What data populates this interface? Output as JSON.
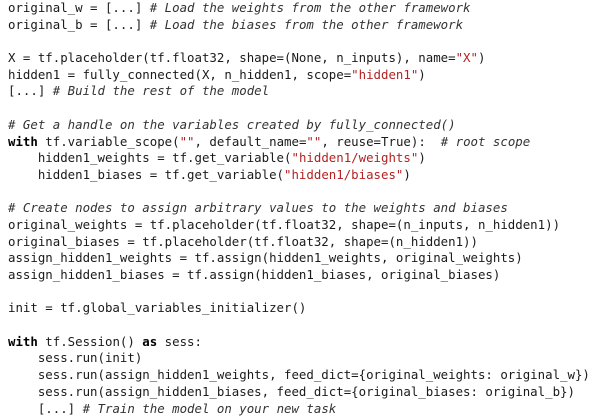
{
  "code_lines": [
    [
      {
        "t": "original_w = [...] ",
        "k": "plain"
      },
      {
        "t": "# Load the weights from the other framework",
        "k": "cm"
      }
    ],
    [
      {
        "t": "original_b = [...] ",
        "k": "plain"
      },
      {
        "t": "# Load the biases from the other framework",
        "k": "cm"
      }
    ],
    [],
    [
      {
        "t": "X = tf.placeholder(tf.float32, shape=(None, n_inputs), name=",
        "k": "plain"
      },
      {
        "t": "\"X\"",
        "k": "str"
      },
      {
        "t": ")",
        "k": "plain"
      }
    ],
    [
      {
        "t": "hidden1 = fully_connected(X, n_hidden1, scope=",
        "k": "plain"
      },
      {
        "t": "\"hidden1\"",
        "k": "str"
      },
      {
        "t": ")",
        "k": "plain"
      }
    ],
    [
      {
        "t": "[...] ",
        "k": "plain"
      },
      {
        "t": "# Build the rest of the model",
        "k": "cm"
      }
    ],
    [],
    [
      {
        "t": "# Get a handle on the variables created by fully_connected()",
        "k": "cm"
      }
    ],
    [
      {
        "t": "with",
        "k": "kw"
      },
      {
        "t": " tf.variable_scope(",
        "k": "plain"
      },
      {
        "t": "\"\"",
        "k": "str"
      },
      {
        "t": ", default_name=",
        "k": "plain"
      },
      {
        "t": "\"\"",
        "k": "str"
      },
      {
        "t": ", reuse=True):  ",
        "k": "plain"
      },
      {
        "t": "# root scope",
        "k": "cm"
      }
    ],
    [
      {
        "t": "    hidden1_weights = tf.get_variable(",
        "k": "plain"
      },
      {
        "t": "\"hidden1/weights\"",
        "k": "str"
      },
      {
        "t": ")",
        "k": "plain"
      }
    ],
    [
      {
        "t": "    hidden1_biases = tf.get_variable(",
        "k": "plain"
      },
      {
        "t": "\"hidden1/biases\"",
        "k": "str"
      },
      {
        "t": ")",
        "k": "plain"
      }
    ],
    [],
    [
      {
        "t": "# Create nodes to assign arbitrary values to the weights and biases",
        "k": "cm"
      }
    ],
    [
      {
        "t": "original_weights = tf.placeholder(tf.float32, shape=(n_inputs, n_hidden1))",
        "k": "plain"
      }
    ],
    [
      {
        "t": "original_biases = tf.placeholder(tf.float32, shape=(n_hidden1))",
        "k": "plain"
      }
    ],
    [
      {
        "t": "assign_hidden1_weights = tf.assign(hidden1_weights, original_weights)",
        "k": "plain"
      }
    ],
    [
      {
        "t": "assign_hidden1_biases = tf.assign(hidden1_biases, original_biases)",
        "k": "plain"
      }
    ],
    [],
    [
      {
        "t": "init = tf.global_variables_initializer()",
        "k": "plain"
      }
    ],
    [],
    [
      {
        "t": "with",
        "k": "kw"
      },
      {
        "t": " tf.Session() ",
        "k": "plain"
      },
      {
        "t": "as",
        "k": "kw"
      },
      {
        "t": " sess:",
        "k": "plain"
      }
    ],
    [
      {
        "t": "    sess.run(init)",
        "k": "plain"
      }
    ],
    [
      {
        "t": "    sess.run(assign_hidden1_weights, feed_dict={original_weights: original_w})",
        "k": "plain"
      }
    ],
    [
      {
        "t": "    sess.run(assign_hidden1_biases, feed_dict={original_biases: original_b})",
        "k": "plain"
      }
    ],
    [
      {
        "t": "    [...] ",
        "k": "plain"
      },
      {
        "t": "# Train the model on your new task",
        "k": "cm"
      }
    ]
  ]
}
